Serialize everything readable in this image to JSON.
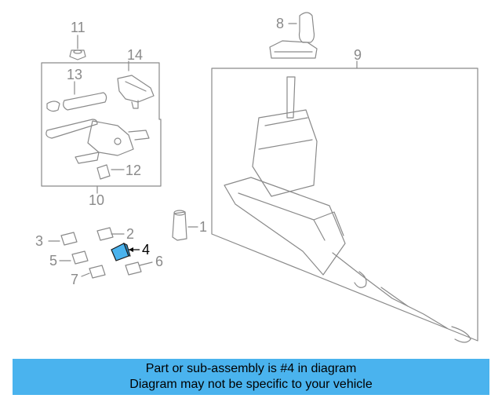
{
  "callouts": {
    "c1": "1",
    "c2": "2",
    "c3": "3",
    "c4": "4",
    "c5": "5",
    "c6": "6",
    "c7": "7",
    "c8": "8",
    "c9": "9",
    "c10": "10",
    "c11": "11",
    "c12": "12",
    "c13": "13",
    "c14": "14"
  },
  "highlight": {
    "part": "4",
    "color": "#4ab3ee"
  },
  "colors": {
    "line": "#8a8a8a",
    "banner": "#4ab3ee"
  },
  "banner": {
    "line1": "Part or sub-assembly is #4 in diagram",
    "line2": "Diagram may not be specific to your vehicle"
  }
}
